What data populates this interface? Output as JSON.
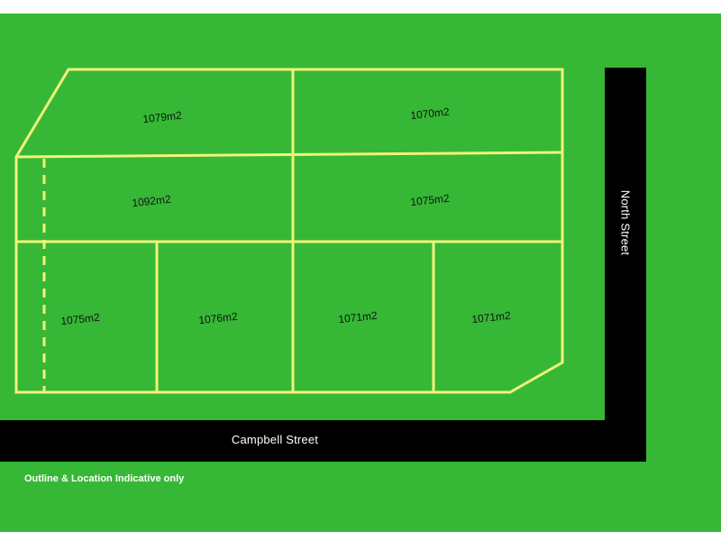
{
  "map": {
    "colors": {
      "grass": "#36b836",
      "road": "#000000",
      "boundary": "#f2f27a",
      "label": "#ffffff"
    },
    "roads": {
      "campbell_street": "Campbell Street",
      "north_street": "North Street"
    },
    "lots": [
      {
        "id": "lot-1",
        "area": "1079m2"
      },
      {
        "id": "lot-2",
        "area": "1070m2"
      },
      {
        "id": "lot-3",
        "area": "1092m2"
      },
      {
        "id": "lot-4",
        "area": "1075m2"
      },
      {
        "id": "lot-5",
        "area": "1075m2"
      },
      {
        "id": "lot-6",
        "area": "1076m2"
      },
      {
        "id": "lot-7",
        "area": "1071m2"
      },
      {
        "id": "lot-8",
        "area": "1071m2"
      }
    ],
    "note": "Outline & Location Indicative only"
  }
}
